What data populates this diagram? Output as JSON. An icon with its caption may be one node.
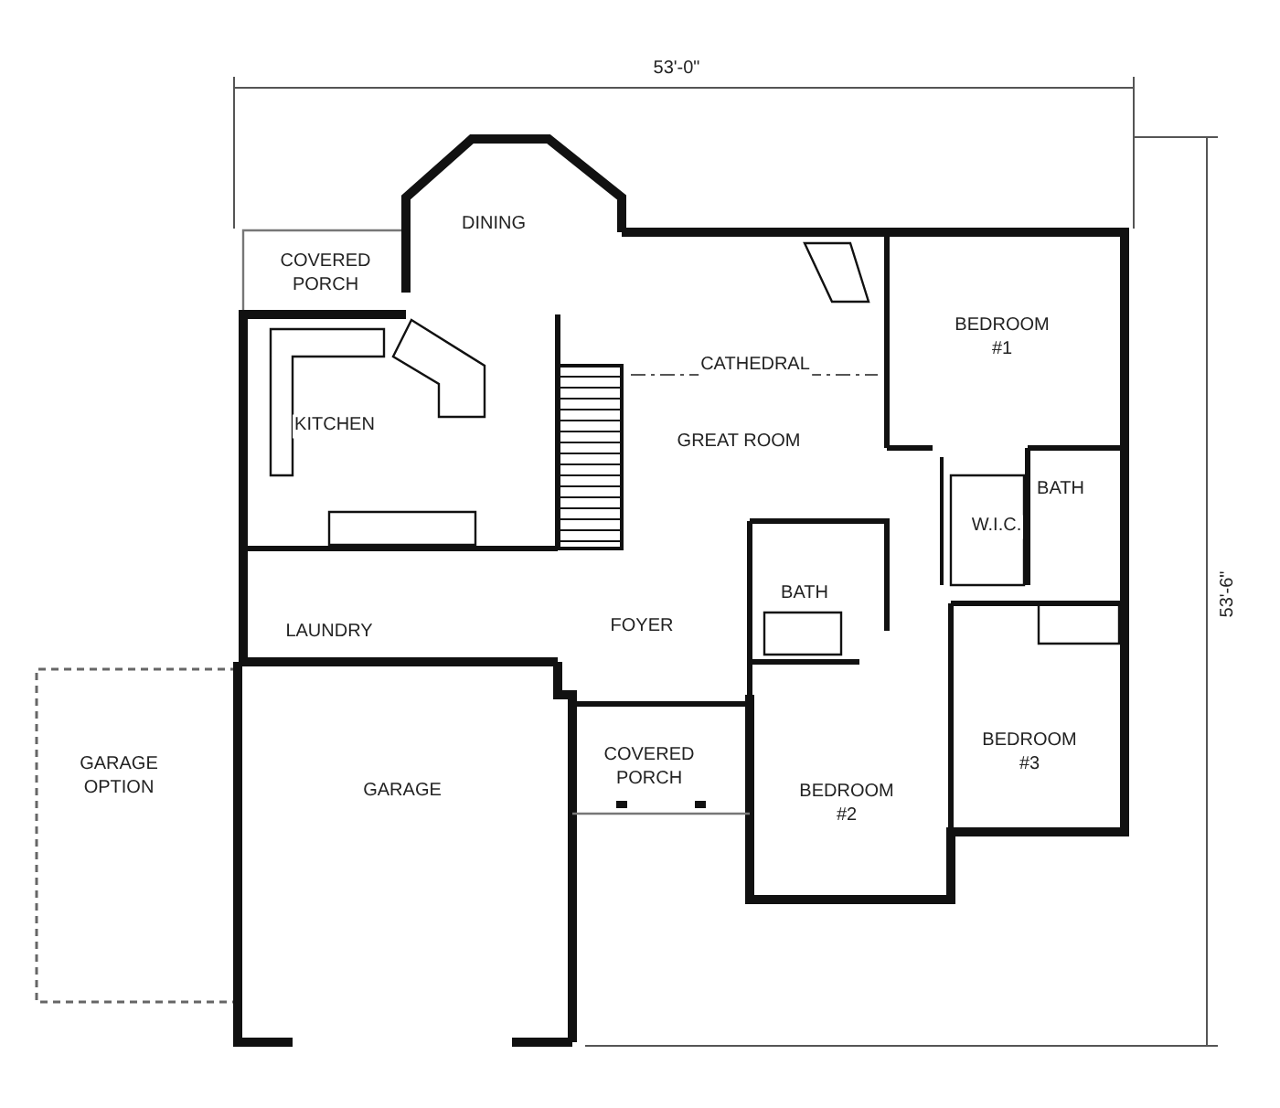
{
  "diagram": {
    "labels": [
      "53'-0\"",
      "53'-6\"",
      "DINING",
      "COVERED PORCH",
      "KITCHEN",
      "CATHEDRAL",
      "GREAT ROOM",
      "BEDROOM #1",
      "BATH",
      "W.I.C.",
      "BATH",
      "LAUNDRY",
      "FOYER",
      "GARAGE OPTION",
      "GARAGE",
      "COVERED PORCH",
      "BEDROOM #2",
      "BEDROOM #3"
    ]
  }
}
